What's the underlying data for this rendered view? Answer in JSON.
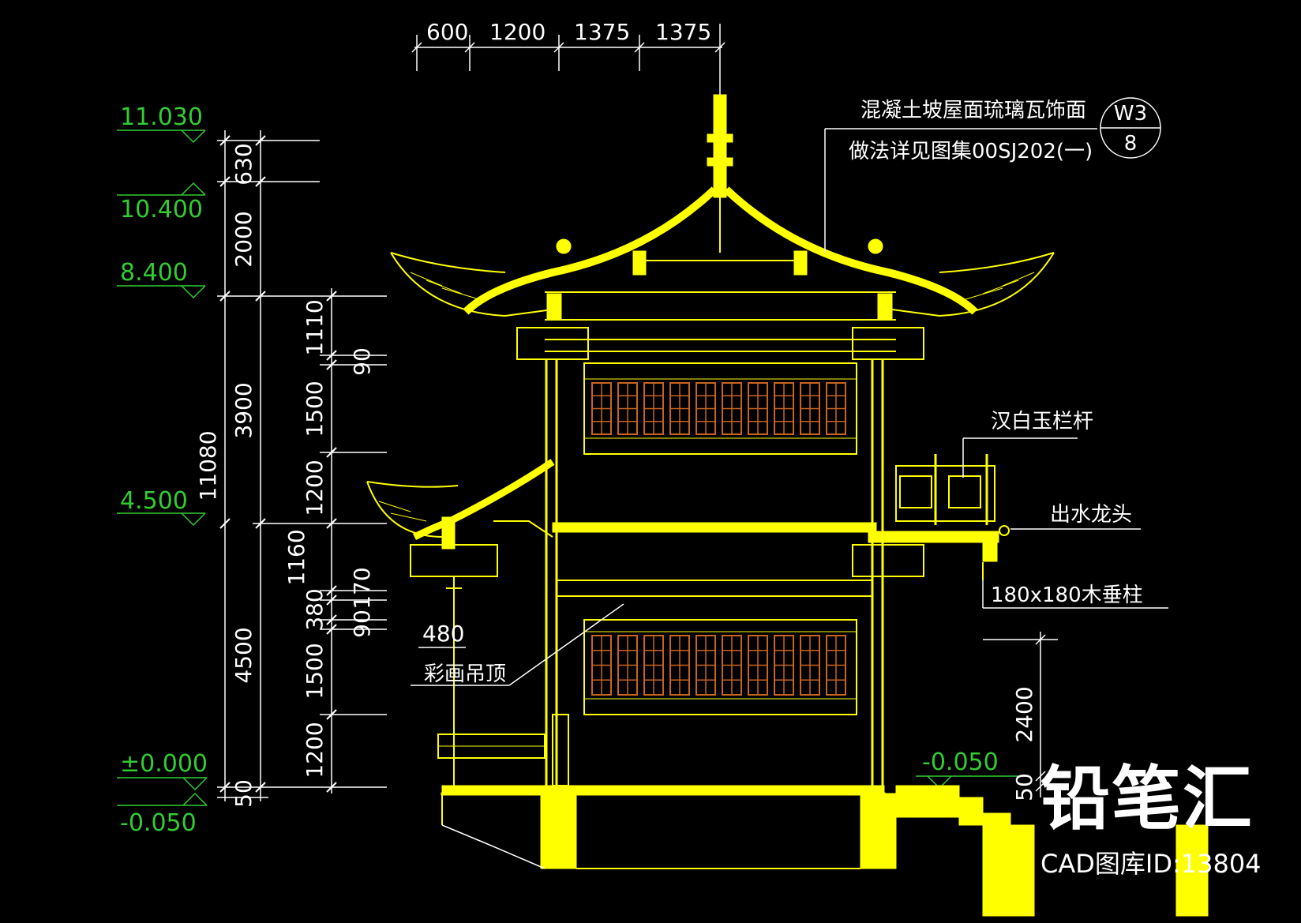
{
  "drawing": {
    "top_dims": [
      "600",
      "1200",
      "1375",
      "1375"
    ],
    "levels": {
      "l1": "11.030",
      "l2": "10.400",
      "l3": "8.400",
      "l4": "4.500",
      "l5": "±0.000",
      "l6": "-0.050",
      "l7": "-0.050"
    },
    "dims_outer": {
      "d1": "630",
      "d2": "2000",
      "d3": "3900",
      "d4": "4500",
      "d5": "50",
      "total": "11080"
    },
    "dims_inner": {
      "d1": "1110",
      "d2": "90",
      "d3": "1500",
      "d4": "1200",
      "d5": "1160",
      "d6": "170",
      "d7": "380",
      "d8": "90",
      "d9": "1500",
      "d10": "1200"
    },
    "dim_480": "480",
    "dim_2400": "2400",
    "dim_50r": "50",
    "notes": {
      "roof_line1": "混凝土坡屋面琉璃瓦饰面",
      "roof_line2": "做法详见图集00SJ202(一)",
      "ref_top": "W3",
      "ref_bottom": "8",
      "rail": "汉白玉栏杆",
      "spout": "出水龙头",
      "pillar": "180x180木垂柱",
      "ceiling": "彩画吊顶"
    },
    "colors": {
      "background": "#000000",
      "structure": "#ffff00",
      "dimension": "#ffffff",
      "level": "#33cc33",
      "window": "#c8641e"
    }
  },
  "watermark": {
    "brand": "铅笔汇",
    "id_text": "CAD图库ID:13804"
  }
}
